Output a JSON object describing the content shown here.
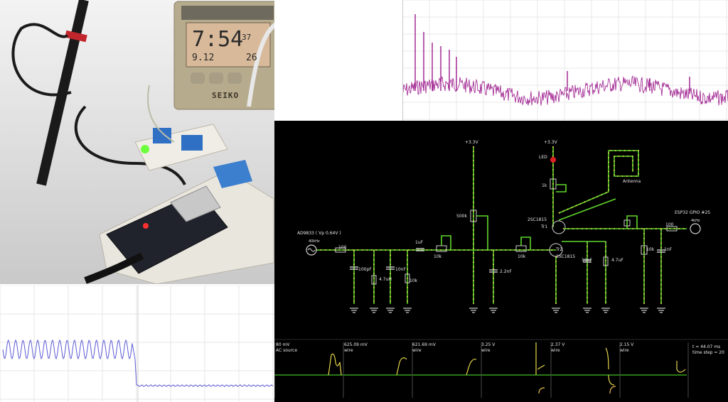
{
  "photo": {
    "clock": {
      "brand": "SEIKO",
      "time": "7:54",
      "seconds": "37",
      "date": "9.12",
      "temp": "26"
    }
  },
  "spectrum": {
    "type": "spectrum",
    "trace_color": "#9c1a8c"
  },
  "scope": {
    "type": "waveform",
    "trace_color": "#5b5bd6"
  },
  "sim": {
    "components": {
      "source_label": "AD9833 ( Vp 0.64V )",
      "source_freq": "40kHz",
      "r_in": "100",
      "c1": "100pF",
      "l1": "4.7uH",
      "c2": "10nF",
      "r1": "10k",
      "c3": "1uF",
      "pot1": "10k",
      "vcc1": "+3.3V",
      "r_pot": "500k",
      "c4": "2.2nF",
      "pot2": "10k",
      "tr2_label": "Tr2",
      "tr2_part": "2SC1815",
      "vcc2": "+3.3V",
      "led": "LED",
      "r_led": "1k",
      "tr1_part": "2SC1815",
      "tr1_label": "Tr1",
      "antenna": "Antenna",
      "c5": "10nF",
      "l2": "4.7uF",
      "esp_label": "ESP32 GPIO #25",
      "r_out": "100",
      "r2": "10k",
      "c6": "1nF",
      "freq_out": "4kHz"
    },
    "scopes": [
      {
        "value": "80 mV",
        "label": "AC source"
      },
      {
        "value": "625.09 mV",
        "label": "wire"
      },
      {
        "value": "621.69 mV",
        "label": "wire"
      },
      {
        "value": "3.25 V",
        "label": "wire"
      },
      {
        "value": "2.37 V",
        "label": "wire"
      },
      {
        "value": "2.15 V",
        "label": "wire"
      }
    ],
    "status": {
      "time": "t = 44.07 ms",
      "step": "time step = 20"
    }
  }
}
